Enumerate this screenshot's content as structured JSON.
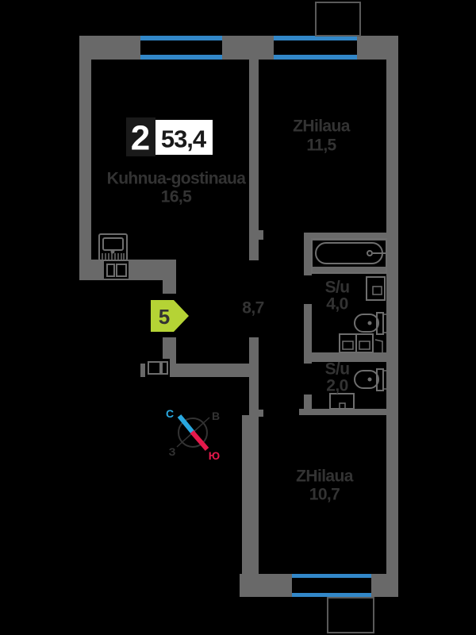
{
  "badge": {
    "room_count": "2",
    "total_area": "53,4"
  },
  "rooms": {
    "kitchen_living": {
      "name": "Kuhnua-gostinaua",
      "area": "16,5"
    },
    "bedroom_top": {
      "name": "ZHilaua",
      "area": "11,5"
    },
    "bathroom_large": {
      "name": "S/u",
      "area": "4,0"
    },
    "bathroom_small": {
      "name": "S/u",
      "area": "2,0"
    },
    "bedroom_bottom": {
      "name": "ZHilaua",
      "area": "10,7"
    },
    "hallway": {
      "area": "8,7"
    }
  },
  "entrance": {
    "number": "5"
  },
  "compass": {
    "north": "С",
    "east": "В",
    "west": "З",
    "south": "Ю"
  },
  "colors": {
    "background": "#000000",
    "wall": "#696969",
    "fixture": "#6e6e6e",
    "window_blue": "#3287c8",
    "balcony_outline": "#5a5a5a",
    "label": "#333333",
    "arrow_green": "#b5d335",
    "compass_blue": "#29a8e0",
    "compass_red": "#e4194b",
    "badge_dark": "#1a1a1a",
    "badge_white": "#ffffff"
  }
}
